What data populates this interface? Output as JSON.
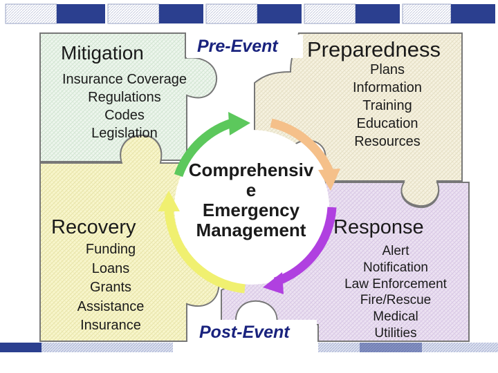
{
  "colors": {
    "mitigation_fill": "#e6f2e6",
    "preparedness_fill": "#f4f0dc",
    "recovery_fill": "#f6f4c8",
    "response_fill": "#e8dcf0",
    "border": "#777777",
    "event_label": "#1a237e",
    "topbar": "#2b3f8f",
    "arrow_green": "#5cc85c",
    "arrow_orange": "#f5c08a",
    "arrow_purple": "#b040e0",
    "arrow_yellow": "#f0f070"
  },
  "diagram": {
    "quadrants": {
      "mitigation": {
        "title": "Mitigation",
        "items": [
          "Insurance Coverage",
          "Regulations",
          "Codes",
          "Legislation"
        ]
      },
      "preparedness": {
        "title": "Preparedness",
        "items": [
          "Plans",
          "Information",
          "Training",
          "Education",
          "Resources"
        ]
      },
      "recovery": {
        "title": "Recovery",
        "items": [
          "Funding",
          "Loans",
          "Grants",
          "Assistance",
          "Insurance"
        ]
      },
      "response": {
        "title": "Response",
        "items": [
          "Alert",
          "Notification",
          "Law Enforcement",
          "Fire/Rescue",
          "Medical",
          "Utilities"
        ]
      }
    },
    "center_lines": [
      "Comprehensiv",
      "e",
      "Emergency",
      "Management"
    ],
    "pre_event": "Pre-Event",
    "post_event": "Post-Event",
    "cycle_arrows": [
      "arrow-icon",
      "arrow-icon",
      "arrow-icon",
      "arrow-icon"
    ]
  }
}
